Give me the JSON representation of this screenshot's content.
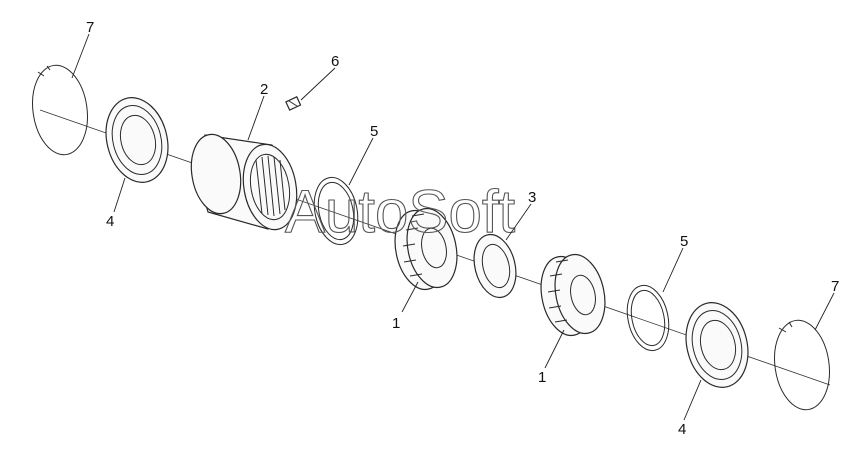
{
  "callouts": [
    {
      "key": "c7a",
      "text": "7"
    },
    {
      "key": "c6",
      "text": "6"
    },
    {
      "key": "c2",
      "text": "2"
    },
    {
      "key": "c5a",
      "text": "5"
    },
    {
      "key": "c4a",
      "text": "4"
    },
    {
      "key": "c3",
      "text": "3"
    },
    {
      "key": "c1a",
      "text": "1"
    },
    {
      "key": "c5b",
      "text": "5"
    },
    {
      "key": "c7b",
      "text": "7"
    },
    {
      "key": "c1b",
      "text": "1"
    },
    {
      "key": "c4b",
      "text": "4"
    }
  ],
  "watermark": "AutoSoft"
}
